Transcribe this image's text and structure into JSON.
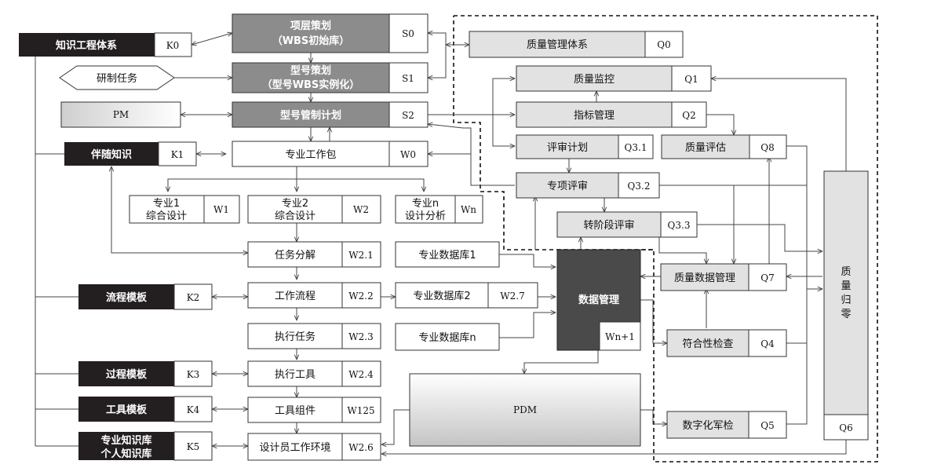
{
  "nodes": {
    "k0": {
      "label": "知识工程体系",
      "code": "K0"
    },
    "k1": {
      "label": "伴随知识",
      "code": "K1"
    },
    "k2": {
      "label": "流程模板",
      "code": "K2"
    },
    "k3": {
      "label": "过程模板",
      "code": "K3"
    },
    "k4": {
      "label": "工具模板",
      "code": "K4"
    },
    "k5": {
      "label1": "专业知识库",
      "label2": "个人知识库",
      "code": "K5"
    },
    "task": {
      "label": "研制任务"
    },
    "pm": {
      "label": "PM"
    },
    "s0": {
      "label1": "项层策划",
      "label2": "（WBS初始库）",
      "code": "S0"
    },
    "s1": {
      "label1": "型号策划",
      "label2": "（型号WBS实例化）",
      "code": "S1"
    },
    "s2": {
      "label": "型号管制计划",
      "code": "S2"
    },
    "w0": {
      "label": "专业工作包",
      "code": "W0"
    },
    "w1": {
      "label1": "专业1",
      "label2": "综合设计",
      "code": "W1"
    },
    "w2": {
      "label1": "专业2",
      "label2": "综合设计",
      "code": "W2"
    },
    "wn": {
      "label1": "专业n",
      "label2": "设计分析",
      "code": "Wn"
    },
    "w21": {
      "label": "任务分解",
      "code": "W2.1"
    },
    "w22": {
      "label": "工作流程",
      "code": "W2.2"
    },
    "w23": {
      "label": "执行任务",
      "code": "W2.3"
    },
    "w24": {
      "label": "执行工具",
      "code": "W2.4"
    },
    "w125": {
      "label": "工具组件",
      "code": "W125"
    },
    "w26": {
      "label": "设计员工作环境",
      "code": "W2.6"
    },
    "db1": {
      "label": "专业数据库1"
    },
    "db2": {
      "label": "专业数据库2",
      "code": "W2.7"
    },
    "dbn": {
      "label": "专业数据库n"
    },
    "dm": {
      "label": "数据管理",
      "code": "Wn+1"
    },
    "pdm": {
      "label": "PDM"
    },
    "q0": {
      "label": "质量管理体系",
      "code": "Q0"
    },
    "q1": {
      "label": "质量监控",
      "code": "Q1"
    },
    "q2": {
      "label": "指标管理",
      "code": "Q2"
    },
    "q31": {
      "label": "评审计划",
      "code": "Q3.1"
    },
    "q8": {
      "label": "质量评估",
      "code": "Q8"
    },
    "q32": {
      "label": "专项评审",
      "code": "Q3.2"
    },
    "q33": {
      "label": "转阶段评审",
      "code": "Q3.3"
    },
    "q7": {
      "label": "质量数据管理",
      "code": "Q7"
    },
    "q4": {
      "label": "符合性检查",
      "code": "Q4"
    },
    "q5": {
      "label": "数字化军检",
      "code": "Q5"
    },
    "q6": {
      "label1": "质",
      "label2": "量",
      "label3": "归",
      "label4": "零",
      "code": "Q6"
    }
  },
  "colors": {
    "dark_fill": "#231f20",
    "gray_fill": "#8c8c8c",
    "light_fill": "#e2e2e2",
    "dm_fill": "#4a4a4a",
    "border": "#333333"
  }
}
